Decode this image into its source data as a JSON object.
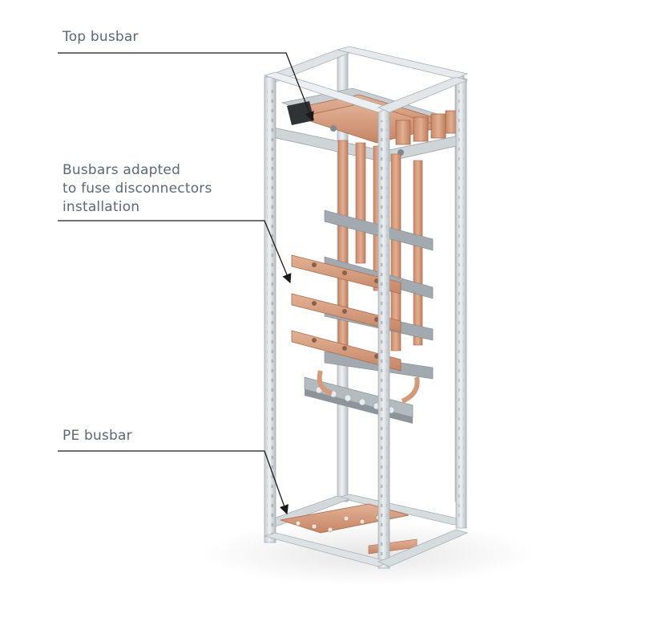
{
  "callouts": {
    "top_busbar": "Top busbar",
    "fuse_busbars": [
      "Busbars adapted",
      "to fuse disconnectors",
      "installation"
    ],
    "pe_busbar": "PE busbar"
  },
  "colors": {
    "label_text": "#5b6876",
    "frame": "#d3d8db",
    "copper": "#d49a79",
    "leader_line": "#1a1a1a"
  }
}
